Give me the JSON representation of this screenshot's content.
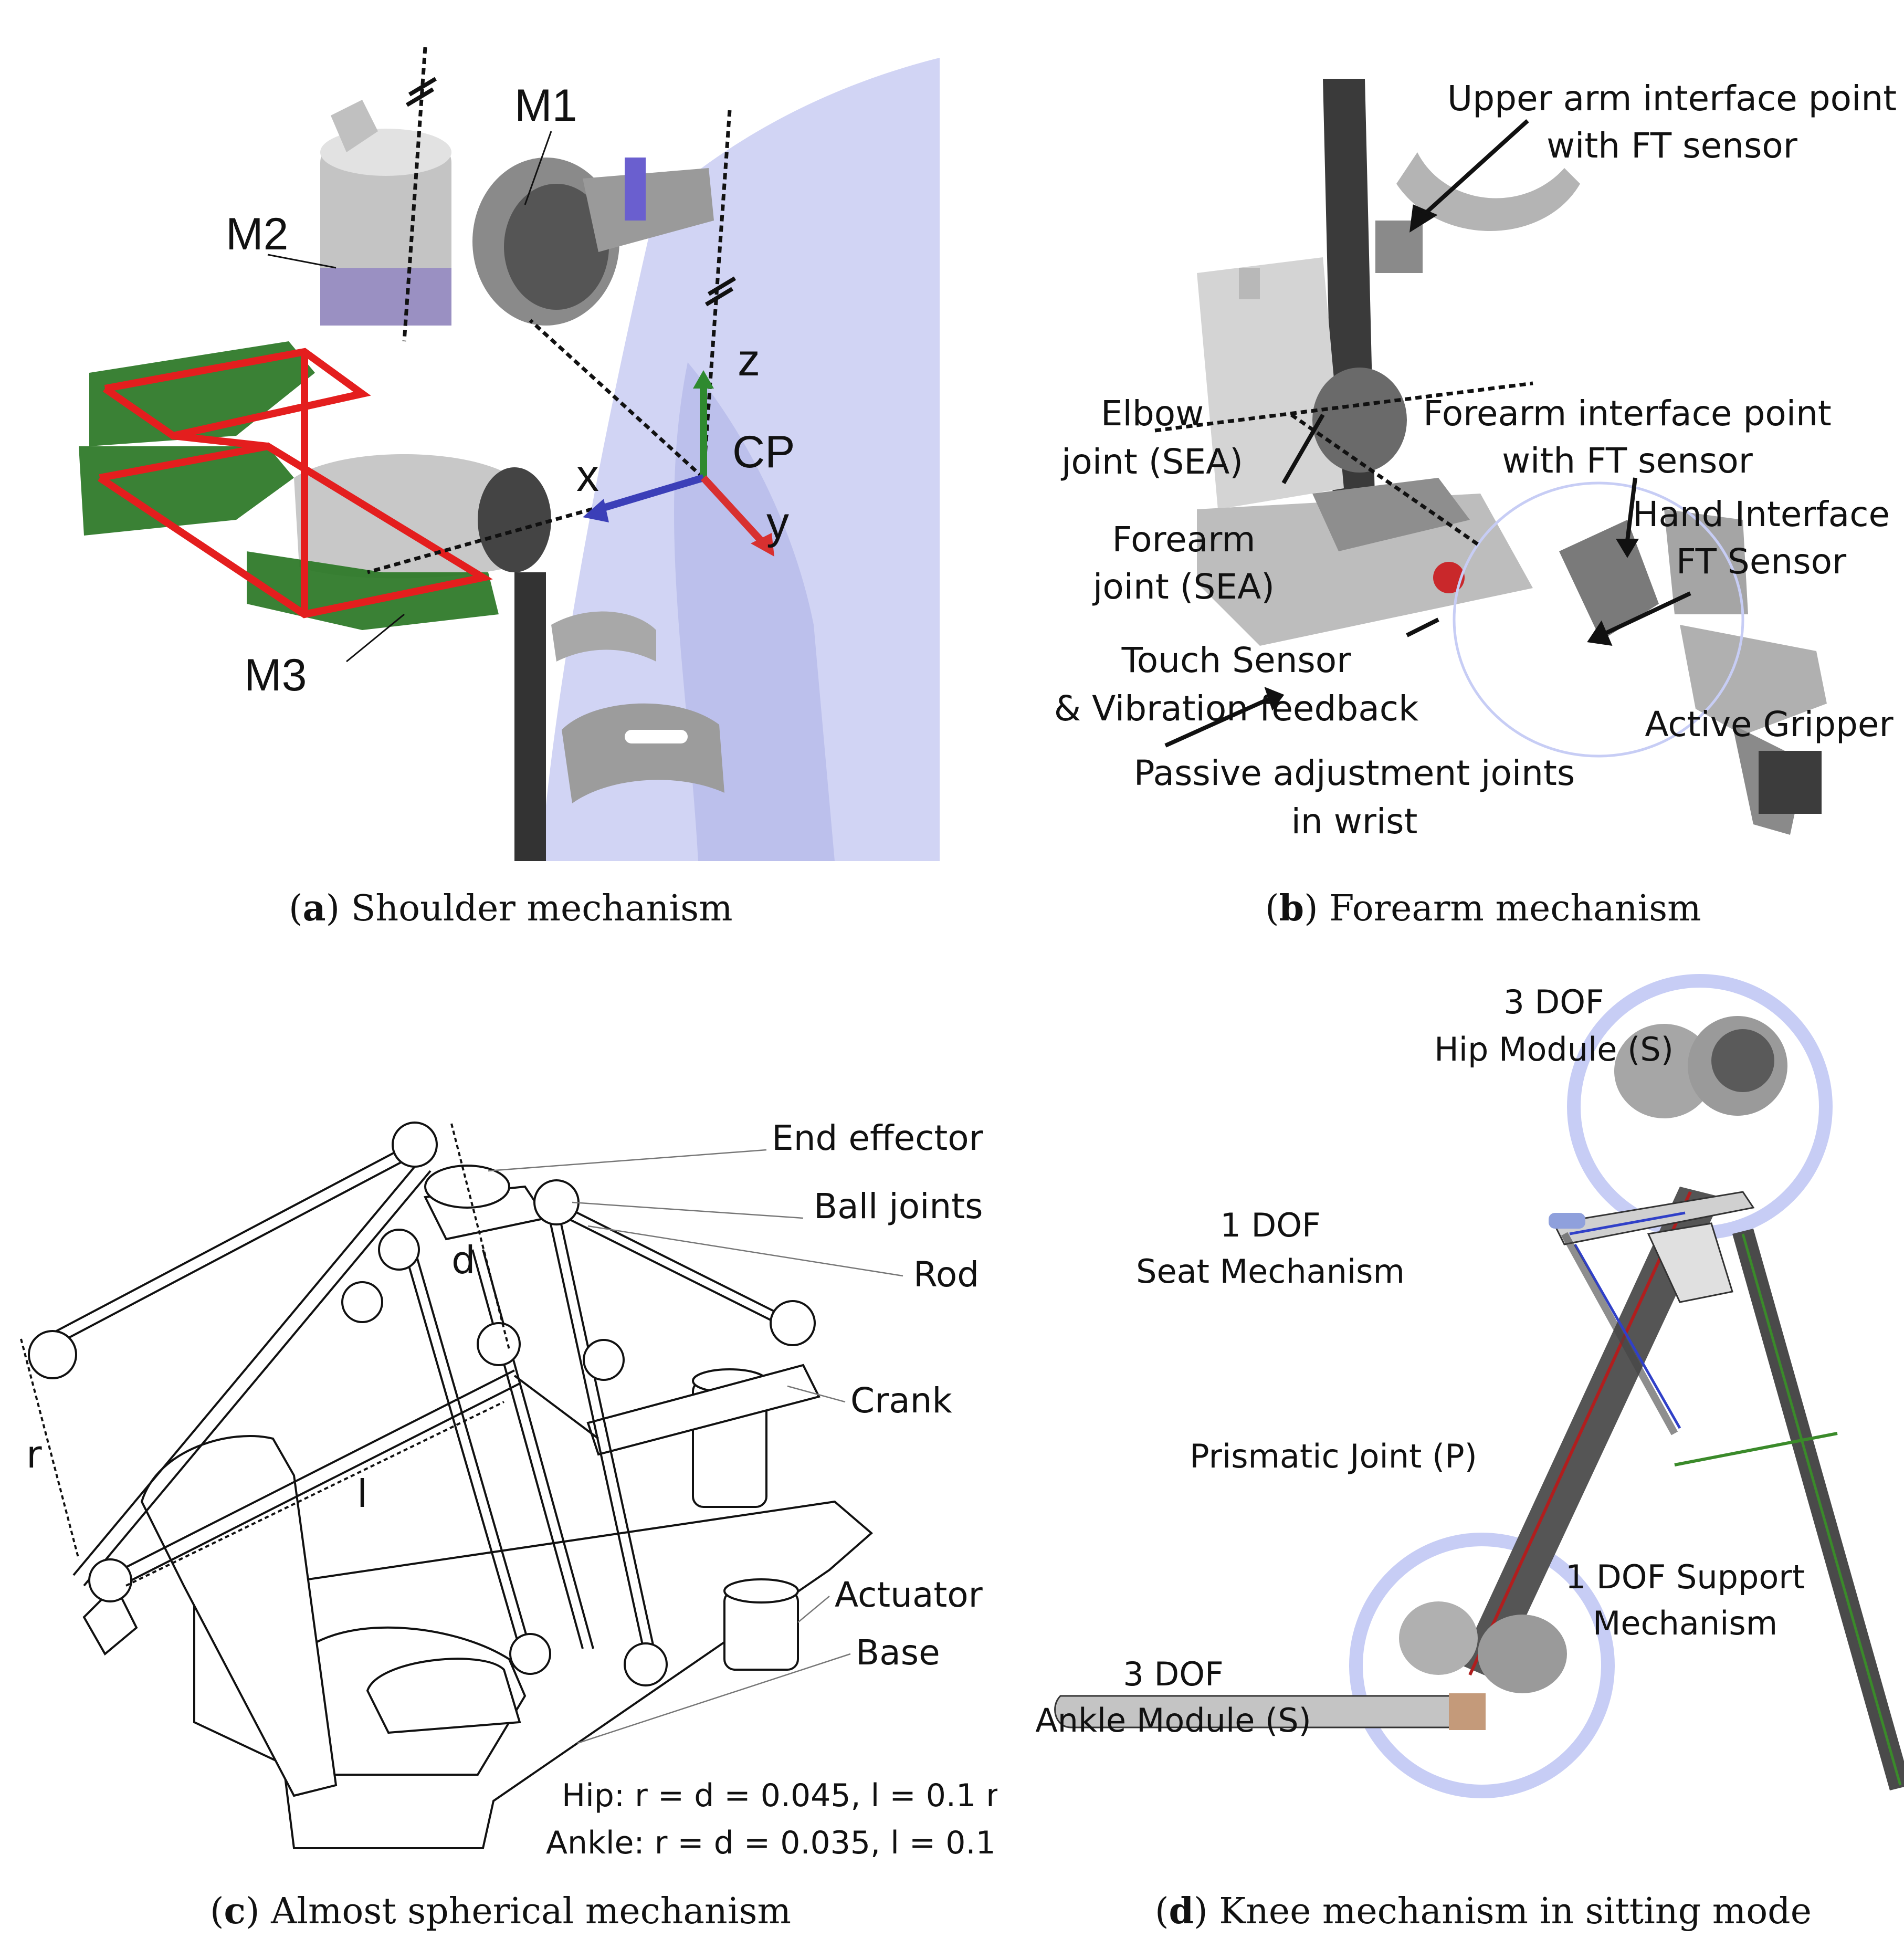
{
  "panel_a": {
    "caption_tag": "a",
    "caption_text": "Shoulder mechanism",
    "labels": {
      "m1": "M1",
      "m2": "M2",
      "m3": "M3",
      "x": "x",
      "y": "y",
      "z": "z",
      "cp": "CP"
    }
  },
  "panel_b": {
    "caption_tag": "b",
    "caption_text": "Forearm mechanism",
    "labels": {
      "upper_arm_1": "Upper arm interface point",
      "upper_arm_2": "with FT sensor",
      "elbow_1": "Elbow",
      "elbow_2": "joint (SEA)",
      "forearm_if_1": "Forearm interface point",
      "forearm_if_2": "with FT sensor",
      "hand_if_1": "Hand Interface",
      "hand_if_2": "FT Sensor",
      "forearm_joint_1": "Forearm",
      "forearm_joint_2": "joint (SEA)",
      "touch_1": "Touch Sensor",
      "touch_2": "& Vibration feedback",
      "gripper": "Active Gripper",
      "passive_1": "Passive adjustment joints",
      "passive_2": "in wrist"
    }
  },
  "panel_c": {
    "caption_tag": "c",
    "caption_text": "Almost spherical mechanism",
    "labels": {
      "end_effector": "End effector",
      "ball_joints": "Ball joints",
      "rod": "Rod",
      "crank": "Crank",
      "actuator": "Actuator",
      "base": "Base",
      "d": "d",
      "r": "r",
      "l": "l",
      "hip_params": "Hip: r = d = 0.045, l = 0.1 m",
      "ankle_params": "Ankle: r = d = 0.035, l = 0.1 m"
    }
  },
  "panel_d": {
    "caption_tag": "d",
    "caption_text": "Knee mechanism in sitting mode",
    "labels": {
      "hip_1": "3 DOF",
      "hip_2": "Hip Module (S)",
      "seat_1": "1 DOF",
      "seat_2": "Seat Mechanism",
      "prismatic": "Prismatic Joint (P)",
      "support_1": "1 DOF Support",
      "support_2": "Mechanism",
      "ankle_1": "3 DOF",
      "ankle_2": "Ankle Module (S)"
    }
  },
  "colors": {
    "red": "#e41e1e",
    "green": "#3a8a2a",
    "blue": "#3040c8",
    "halo": "#c7cdf5"
  }
}
